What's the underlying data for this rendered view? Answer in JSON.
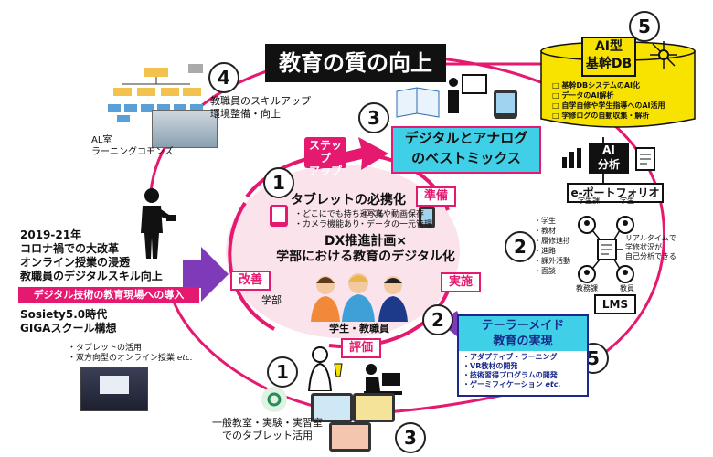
{
  "title": "教育の質の向上",
  "best_mix": {
    "line1": "デジタルとアナログ",
    "line2": "のベストミックス"
  },
  "step_up": {
    "line1": "ステップ",
    "line2": "アップ"
  },
  "numbers": {
    "n1_top": "1",
    "n1_bottom": "1",
    "n2_mid": "2",
    "n2_right": "2",
    "n3_top": "3",
    "n3_bottom": "3",
    "n4": "4",
    "n5_top": "5",
    "n5_bottom": "5"
  },
  "staff": {
    "line1": "教職員のスキルアップ",
    "line2": "環境整備・向上"
  },
  "al_room": {
    "line1": "AL室",
    "line2": "ラーニングコモンズ"
  },
  "timeline": {
    "line1": "2019-21年",
    "line2": "コロナ禍での大改革",
    "line3": "オンライン授業の浸透",
    "line4": "教職員のデジタルスキル向上",
    "banner": "デジタル技術の教育現場への導入",
    "line5": "Sosiety5.0時代",
    "line6": "GIGAスクール構想",
    "note1": "・タブレットの活用",
    "note2": "・双方向型のオンライン授業",
    "note2_etc": "etc."
  },
  "center": {
    "tablet_title": "タブレットの必携化",
    "tablet_items_left": [
      "・どこにでも持ち運べる",
      "・カメラ機能あり"
    ],
    "tablet_items_right": [
      "・写真や動画保存",
      "・データの一元管理"
    ],
    "dx_line1": "DX推進計画×",
    "dx_line2": "学部における教育のデジタル化",
    "faculty": "学部",
    "students_staff": "学生・教職員"
  },
  "cycle": {
    "prepare": "準備",
    "implement": "実施",
    "evaluate": "評価",
    "improve": "改善"
  },
  "bottom_left": {
    "line1": "一般教室・実験・実習室",
    "line2": "でのタブレット活用"
  },
  "ai_db": {
    "title1": "AI型",
    "title2": "基幹DB",
    "items": [
      "基幹DBシステムのAI化",
      "データのAI解析",
      "自学自修や学生指導へのAI活用",
      "学修ログの自動収集・解析"
    ]
  },
  "ai_analysis": {
    "line1": "AI",
    "line2": "分析"
  },
  "eportfolio": "e-ポートフォリオ",
  "lms_panel": {
    "items": [
      "・学生",
      "・教材",
      "・履修進捗",
      "・進路",
      "・課外活動",
      "・面談"
    ],
    "role_staff": "学生課",
    "role_student": "学生",
    "role_admin": "教務課",
    "role_teacher": "教員",
    "realtime": [
      "リアルタイムで",
      "学修状況が",
      "自己分析できる"
    ],
    "lms": "LMS"
  },
  "tailor": {
    "title1": "テーラーメイド",
    "title2": "教育の実現",
    "items": [
      "・アダプティブ・ラーニング",
      "・VR教材の開発",
      "・技術習得プログラムの開発",
      "・ゲーミフィケーション"
    ],
    "etc": "etc."
  },
  "colors": {
    "accent": "#e5196f",
    "cyan": "#3fd0e8",
    "yellow": "#f7e200",
    "purple": "#7e3ab8",
    "navy": "#1a2a8a"
  }
}
